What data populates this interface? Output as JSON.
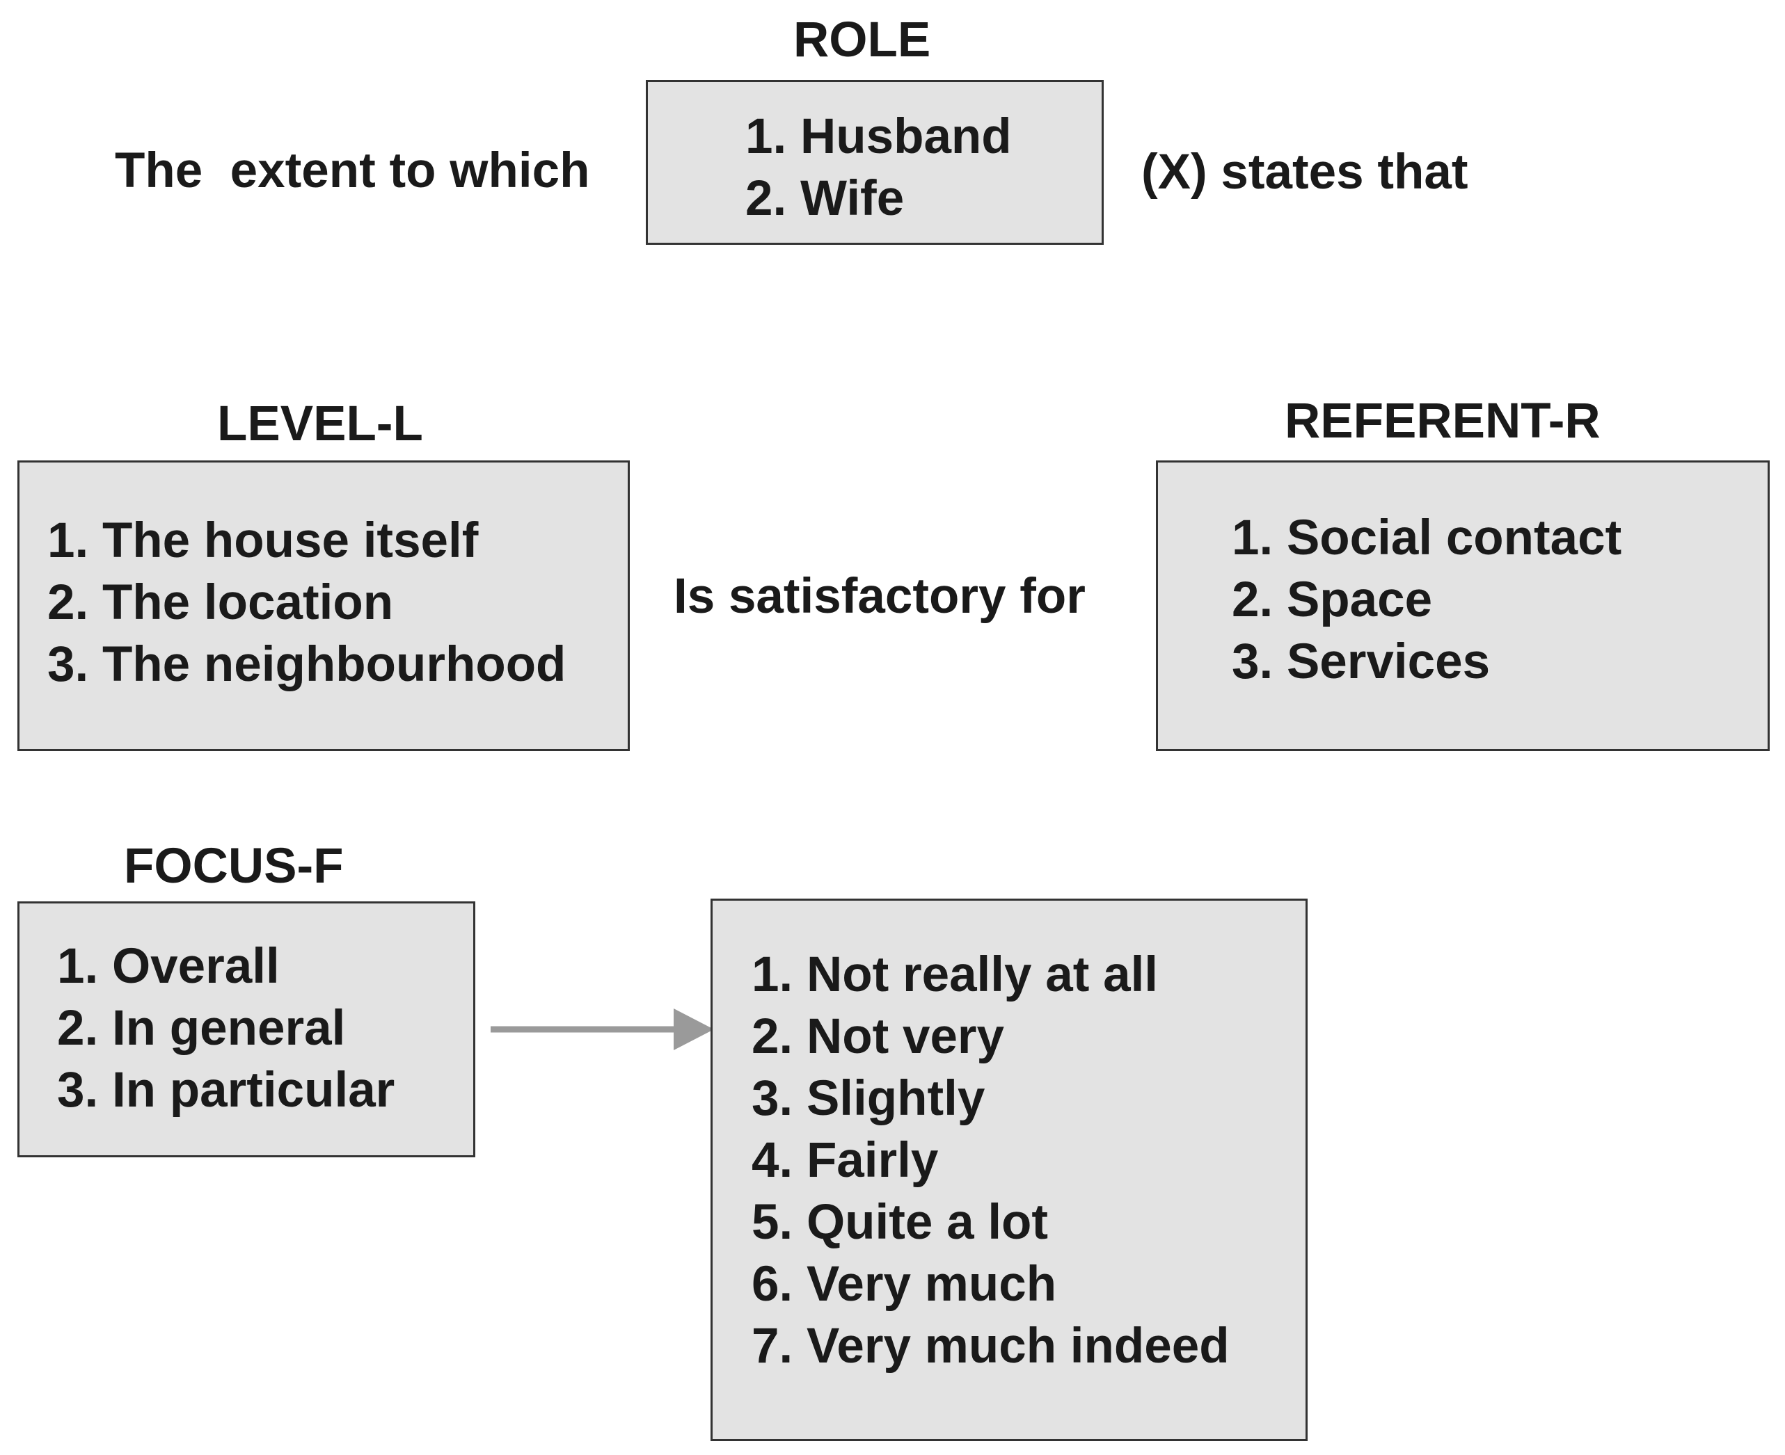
{
  "role": {
    "heading": "ROLE",
    "options": [
      "1. Husband",
      "2. Wife"
    ]
  },
  "sentence": {
    "lead": "The  extent to which",
    "after_role": "(X) states that",
    "middle": "Is satisfactory for"
  },
  "level": {
    "heading": "LEVEL-L",
    "options": [
      "1. The house itself",
      "2. The location",
      "3. The neighbourhood"
    ]
  },
  "referent": {
    "heading": "REFERENT-R",
    "options": [
      "1. Social contact",
      "2. Space",
      "3. Services"
    ]
  },
  "focus": {
    "heading": "FOCUS-F",
    "options": [
      "1. Overall",
      "2. In general",
      "3. In particular"
    ]
  },
  "scale": {
    "options": [
      "1. Not really at all",
      "2. Not very",
      "3. Slightly",
      "4. Fairly",
      "5. Quite a lot",
      "6. Very much",
      "7. Very much indeed"
    ]
  },
  "colors": {
    "box_fill": "#e3e3e3",
    "box_border": "#333333",
    "arrow": "#9a9a9a",
    "text": "#1a1a1a"
  }
}
